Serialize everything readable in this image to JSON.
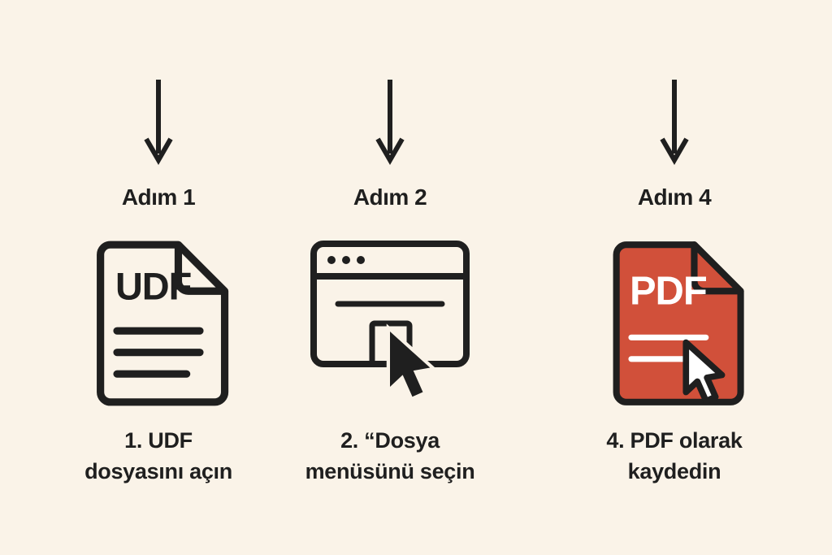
{
  "colors": {
    "background": "#faf3e8",
    "ink": "#1f1f1f",
    "red": "#d1503a",
    "white": "#ffffff"
  },
  "steps": [
    {
      "label": "Adım 1",
      "icon": "udf-document-icon",
      "icon_text": "UDF",
      "caption1": "1. UDF",
      "caption2": "dosyasını açın"
    },
    {
      "label": "Adım 2",
      "icon": "browser-window-icon",
      "caption1": "2. “Dosya",
      "caption2": "menüsünü seçin"
    },
    {
      "label": "Adım 4",
      "icon": "pdf-document-icon",
      "icon_text": "PDF",
      "caption1": "4. PDF olarak",
      "caption2": "kaydedin"
    }
  ]
}
